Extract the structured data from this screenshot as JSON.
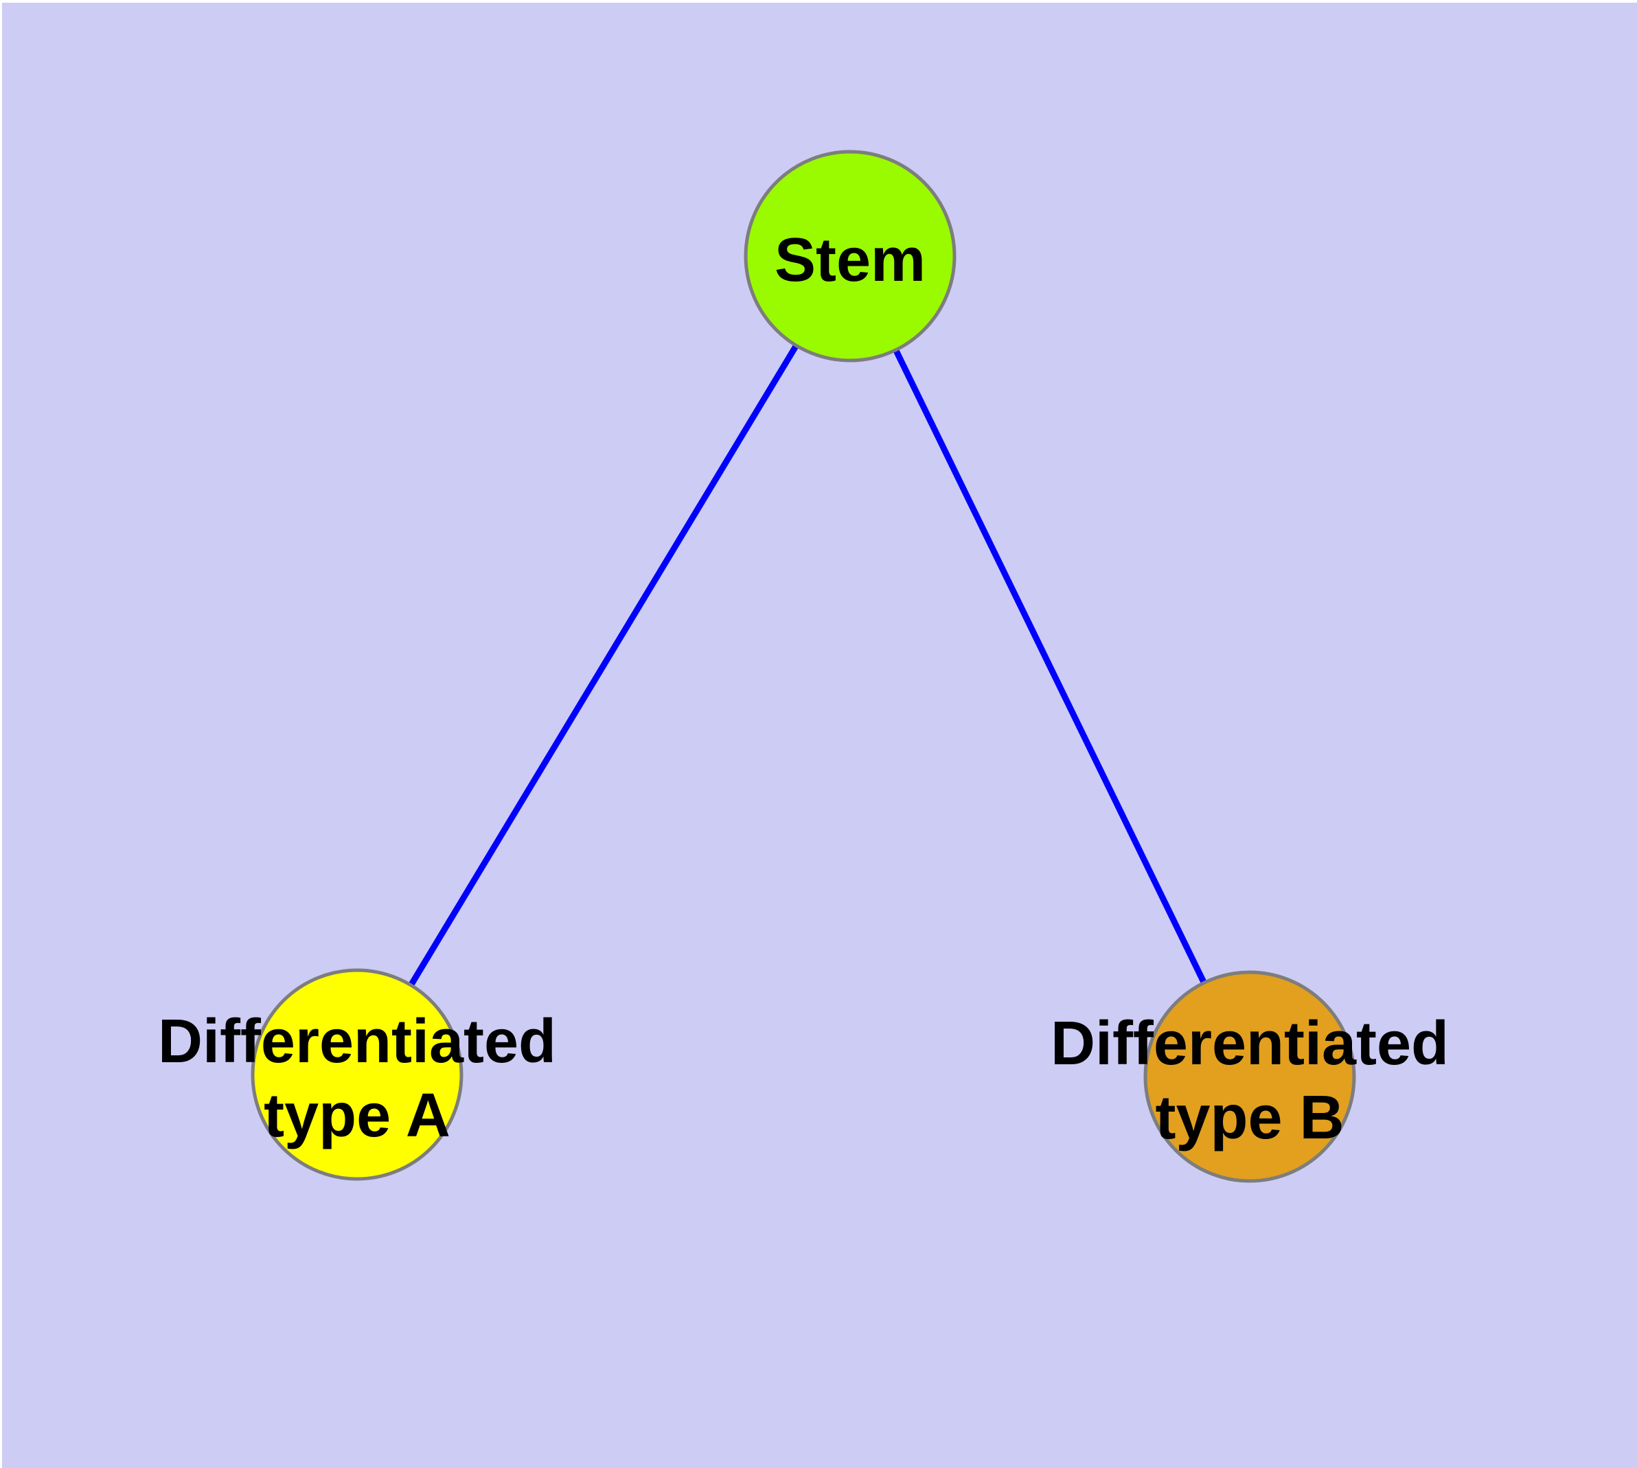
{
  "diagram": {
    "type": "graph",
    "background_color": "#CCCCF5",
    "page_edge_color": "#FFFFFF",
    "edge_color": "#0000FF",
    "node_border_color": "#7D7D7D",
    "label_color": "#000000",
    "nodes": [
      {
        "id": "stem",
        "label": "Stem",
        "fill_color": "#9AFA00"
      },
      {
        "id": "differentiated-type-a",
        "label_lines": [
          "Differentiated",
          "type A"
        ],
        "fill_color": "#FFFF00"
      },
      {
        "id": "differentiated-type-b",
        "label_lines": [
          "Differentiated",
          "type B"
        ],
        "fill_color": "#E2A01E"
      }
    ],
    "edges": [
      {
        "from": "stem",
        "to": "differentiated-type-a"
      },
      {
        "from": "stem",
        "to": "differentiated-type-b"
      }
    ]
  }
}
